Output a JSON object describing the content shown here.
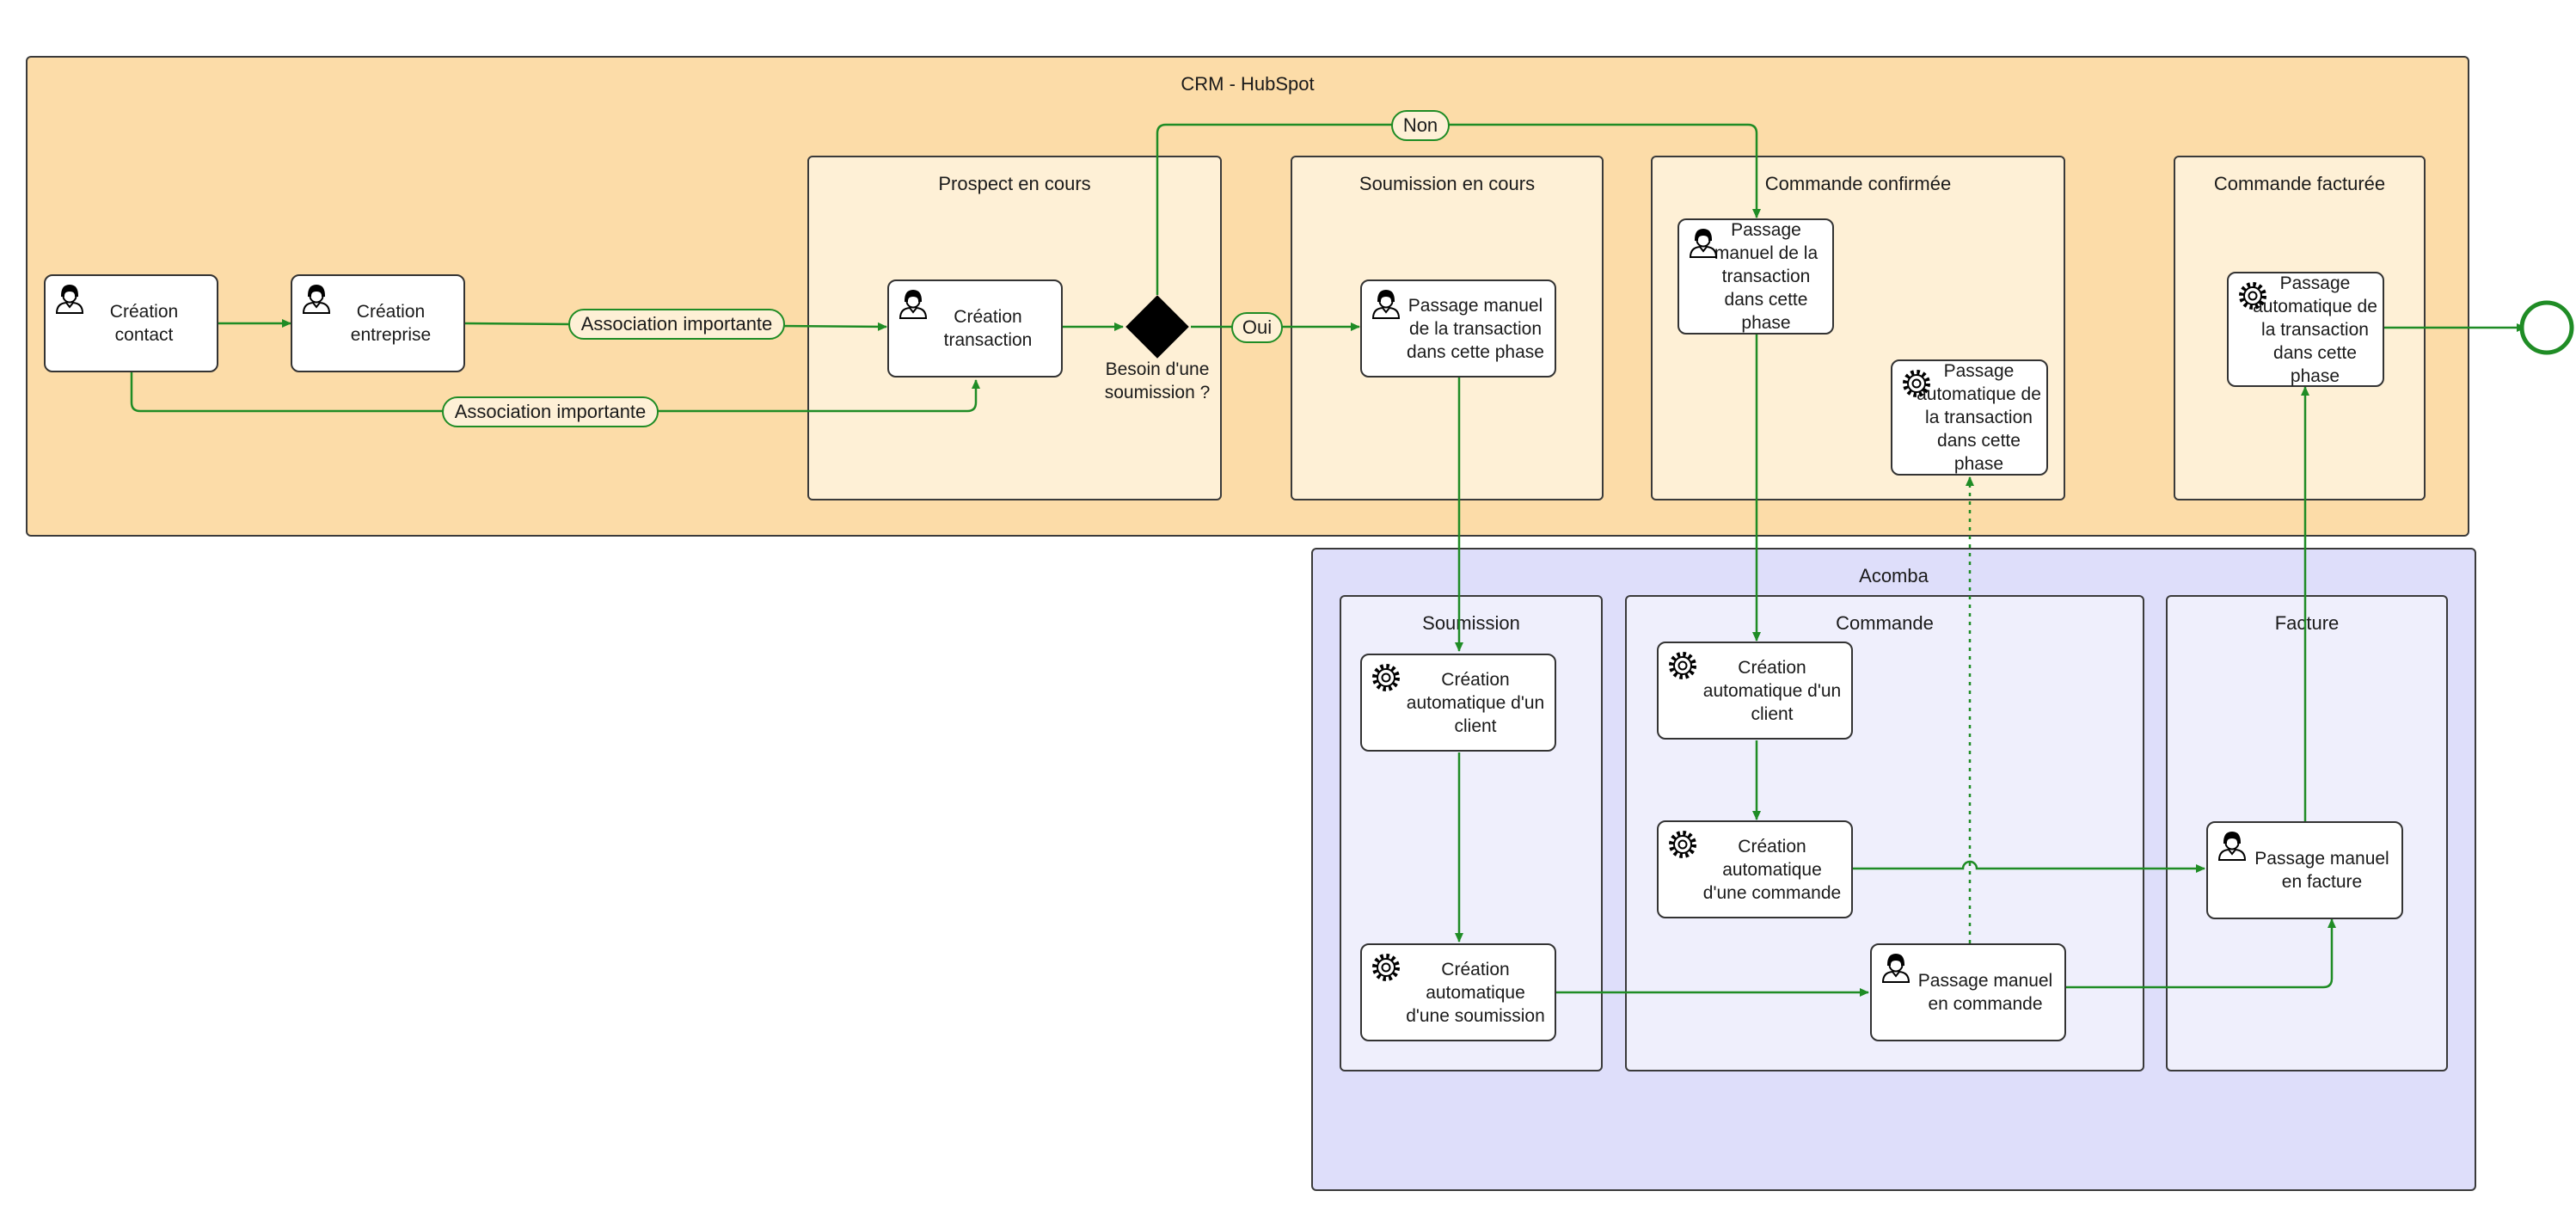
{
  "pools": {
    "crm": {
      "title": "CRM - HubSpot"
    },
    "acomba": {
      "title": "Acomba"
    }
  },
  "lanes": {
    "prospect": "Prospect en cours",
    "soumission_cours": "Soumission en cours",
    "commande_confirmee": "Commande confirmée",
    "commande_facturee": "Commande facturée",
    "soumission": "Soumission",
    "commande": "Commande",
    "facture": "Facture"
  },
  "tasks": {
    "creation_contact": {
      "label": "Création contact",
      "icon": "user-icon"
    },
    "creation_entreprise": {
      "label": "Création entreprise",
      "icon": "user-icon"
    },
    "creation_transaction": {
      "label": "Création transaction",
      "icon": "user-icon"
    },
    "passage_manuel_soumission": {
      "label": "Passage manuel de la transaction dans cette phase",
      "icon": "user-icon"
    },
    "passage_manuel_commande_confirmee": {
      "label": "Passage manuel de la transaction dans cette phase",
      "icon": "user-icon"
    },
    "passage_auto_commande_confirmee": {
      "label": "Passage automatique de la transaction dans cette phase",
      "icon": "gear-icon"
    },
    "passage_auto_facturee": {
      "label": "Passage automatique de la transaction dans cette phase",
      "icon": "gear-icon"
    },
    "creation_auto_client_soumission": {
      "label": "Création automatique d'un client",
      "icon": "gear-icon"
    },
    "creation_auto_soumission": {
      "label": "Création automatique d'une soumission",
      "icon": "gear-icon"
    },
    "creation_auto_client_commande": {
      "label": "Création automatique d'un client",
      "icon": "gear-icon"
    },
    "creation_auto_commande": {
      "label": "Création automatique d'une commande",
      "icon": "gear-icon"
    },
    "passage_manuel_en_commande": {
      "label": "Passage manuel en commande",
      "icon": "user-icon"
    },
    "passage_manuel_en_facture": {
      "label": "Passage manuel en facture",
      "icon": "user-icon"
    }
  },
  "gateway": {
    "label": "Besoin d'une soumission ?"
  },
  "edge_labels": {
    "association_1": "Association importante",
    "association_2": "Association importante",
    "non": "Non",
    "oui": "Oui"
  },
  "colors": {
    "edge": "#1f8c25",
    "crm_pool": "#fcdca8",
    "crm_lane": "#fef0d6",
    "acomba_pool": "#dedefa",
    "acomba_lane": "#efeffc"
  }
}
